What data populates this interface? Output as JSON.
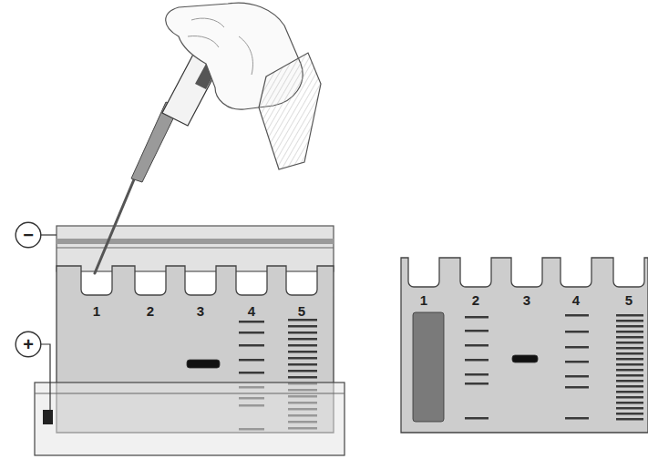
{
  "diagram": {
    "nodes": [
      {
        "text": [
          "−"
        ]
      },
      {
        "text": [
          "+"
        ]
      }
    ],
    "labels": [
      "1",
      "2",
      "3",
      "4",
      "5",
      "1",
      "2",
      "3",
      "4",
      "5"
    ]
  }
}
